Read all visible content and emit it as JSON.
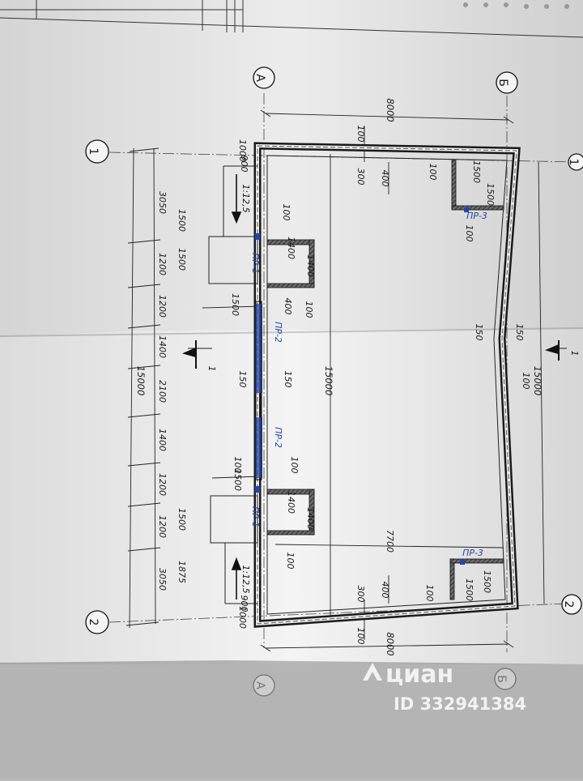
{
  "axes": {
    "letter_a": "А",
    "letter_b": "Б",
    "num_1": "1",
    "num_2": "2"
  },
  "dims": {
    "overall_width": "8000",
    "overall_length": "15000",
    "inner_length": "7700",
    "d100": "100",
    "d150": "150",
    "d300": "300",
    "d400": "400",
    "d900": "900",
    "d1000": "1000",
    "d1200": "1200",
    "d1400": "1400",
    "d1500": "1500",
    "d1875": "1875",
    "d2100": "2100",
    "d3050": "3050",
    "scale": "1:12,5"
  },
  "labels": {
    "pr1": "ПР-1",
    "pr2": "ПР-2",
    "pr3": "ПР-3",
    "section": "1"
  },
  "watermark": {
    "brand": "циан",
    "id": "ID 332941384"
  }
}
